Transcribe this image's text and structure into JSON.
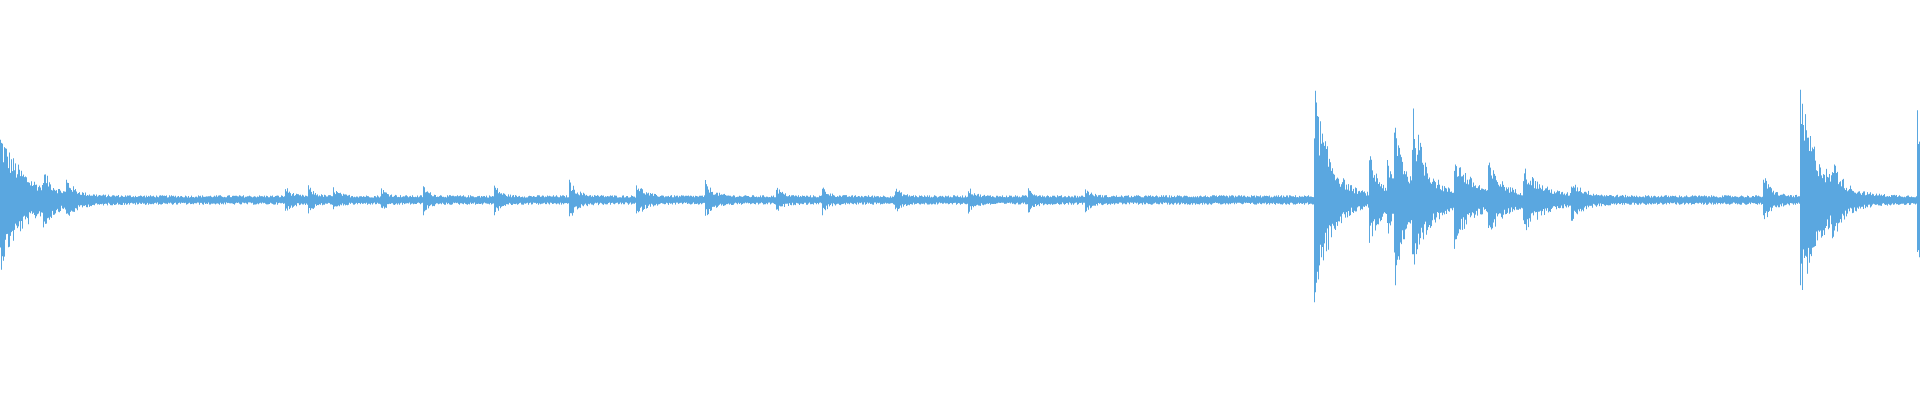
{
  "waveform": {
    "color": "#5aa7e0",
    "baseline_amplitude": 0.012,
    "bursts": [
      {
        "t": 0.0,
        "amp": 0.17,
        "decay": 0.012
      },
      {
        "t": 0.022,
        "amp": 0.05,
        "decay": 0.004
      },
      {
        "t": 0.034,
        "amp": 0.04,
        "decay": 0.004
      },
      {
        "t": 0.148,
        "amp": 0.03,
        "decay": 0.003
      },
      {
        "t": 0.16,
        "amp": 0.03,
        "decay": 0.003
      },
      {
        "t": 0.173,
        "amp": 0.025,
        "decay": 0.003
      },
      {
        "t": 0.198,
        "amp": 0.025,
        "decay": 0.003
      },
      {
        "t": 0.22,
        "amp": 0.03,
        "decay": 0.003
      },
      {
        "t": 0.257,
        "amp": 0.035,
        "decay": 0.003
      },
      {
        "t": 0.296,
        "amp": 0.045,
        "decay": 0.004
      },
      {
        "t": 0.331,
        "amp": 0.04,
        "decay": 0.004
      },
      {
        "t": 0.367,
        "amp": 0.04,
        "decay": 0.004
      },
      {
        "t": 0.404,
        "amp": 0.028,
        "decay": 0.003
      },
      {
        "t": 0.428,
        "amp": 0.028,
        "decay": 0.003
      },
      {
        "t": 0.466,
        "amp": 0.025,
        "decay": 0.003
      },
      {
        "t": 0.504,
        "amp": 0.025,
        "decay": 0.003
      },
      {
        "t": 0.535,
        "amp": 0.025,
        "decay": 0.003
      },
      {
        "t": 0.565,
        "amp": 0.022,
        "decay": 0.003
      },
      {
        "t": 0.684,
        "amp": 0.3,
        "decay": 0.008
      },
      {
        "t": 0.713,
        "amp": 0.1,
        "decay": 0.006
      },
      {
        "t": 0.722,
        "amp": 0.07,
        "decay": 0.005
      },
      {
        "t": 0.726,
        "amp": 0.18,
        "decay": 0.006
      },
      {
        "t": 0.735,
        "amp": 0.2,
        "decay": 0.008
      },
      {
        "t": 0.757,
        "amp": 0.1,
        "decay": 0.01
      },
      {
        "t": 0.775,
        "amp": 0.07,
        "decay": 0.008
      },
      {
        "t": 0.793,
        "amp": 0.07,
        "decay": 0.01
      },
      {
        "t": 0.818,
        "amp": 0.04,
        "decay": 0.006
      },
      {
        "t": 0.918,
        "amp": 0.06,
        "decay": 0.004
      },
      {
        "t": 0.937,
        "amp": 0.28,
        "decay": 0.01
      },
      {
        "t": 0.954,
        "amp": 0.06,
        "decay": 0.004
      },
      {
        "t": 0.998,
        "amp": 0.25,
        "decay": 0.004
      }
    ]
  }
}
